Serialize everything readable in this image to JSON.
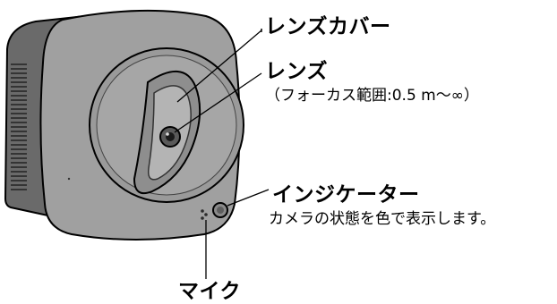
{
  "labels": {
    "lens_cover": {
      "title": "レンズカバー"
    },
    "lens": {
      "title": "レンズ",
      "description": "（フォーカス範囲:0.5 m〜∞）"
    },
    "indicator": {
      "title": "インジケーター",
      "description": "カメラの状態を色で表示します。"
    },
    "mic": {
      "title": "マイク"
    }
  },
  "colors": {
    "body_fill": "#8a8a8a",
    "face_fill": "#9e9e9e",
    "shadow_side": "#5a5a5a",
    "line": "#000000"
  }
}
